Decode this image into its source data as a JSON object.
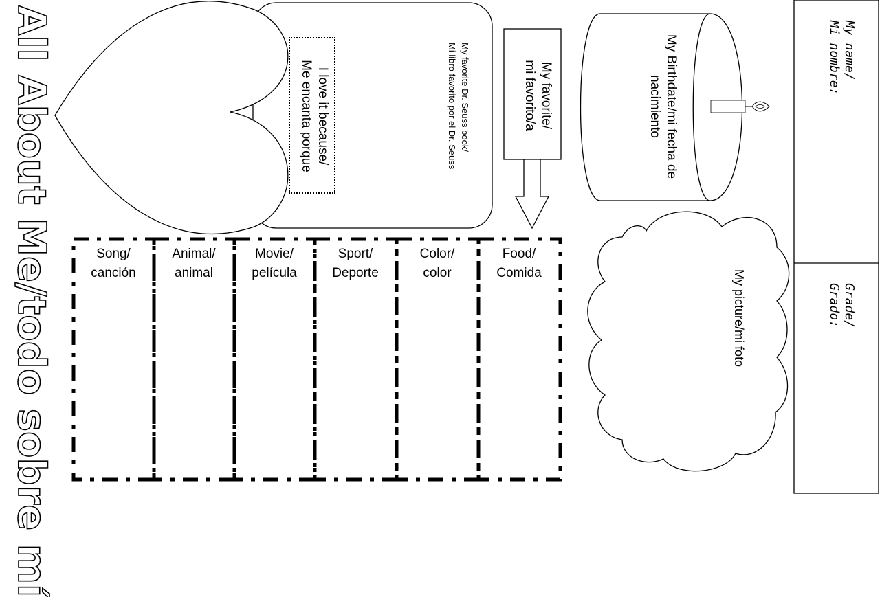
{
  "title": "All About Me/todo sobre mí",
  "book": {
    "line1": "My favorite Dr. Seuss book/",
    "line2": "Mi libro favorito por el Dr. Seuss"
  },
  "reason": {
    "line1": "I love it because/",
    "line2": "Me encanta porque"
  },
  "favorite": {
    "line1": "My favorite/",
    "line2": "mi favorito/a"
  },
  "birthdate": {
    "line1": "My Birthdate/mi fecha de",
    "line2": "nacimiento"
  },
  "picture": {
    "label": "My picture/mi foto"
  },
  "name": {
    "line1": "My name/",
    "line2": "Mi nombre:"
  },
  "grade": {
    "line1": "Grade/",
    "line2": "Grado:"
  },
  "categories": [
    {
      "line1": "Song/",
      "line2": "canción"
    },
    {
      "line1": "Animal/",
      "line2": "animal"
    },
    {
      "line1": "Movie/",
      "line2": "película"
    },
    {
      "line1": "Sport/",
      "line2": "Deporte"
    },
    {
      "line1": "Color/",
      "line2": "color"
    },
    {
      "line1": "Food/",
      "line2": "Comida"
    }
  ]
}
